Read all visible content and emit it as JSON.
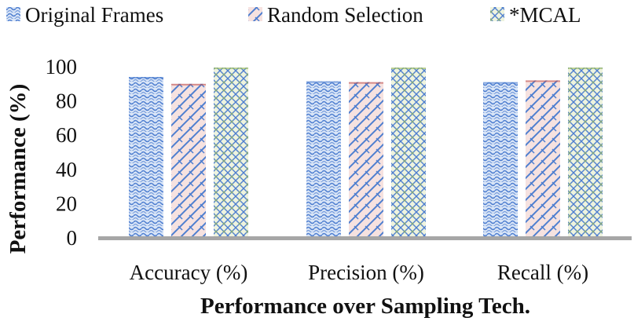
{
  "chart_data": {
    "type": "bar",
    "title": "",
    "xlabel": "Performance over Sampling Tech.",
    "ylabel": "Performance (%)",
    "ylim": [
      0,
      100
    ],
    "yticks": [
      0,
      20,
      40,
      60,
      80,
      100
    ],
    "grid": false,
    "legend_position": "top",
    "categories": [
      "Accuracy (%)",
      "Precision (%)",
      "Recall (%)"
    ],
    "series": [
      {
        "name": "Original Frames",
        "values": [
          94,
          91.5,
          91
        ],
        "color": "#4F7FD0",
        "fill": "#D5E3F6"
      },
      {
        "name": "Random Selection",
        "values": [
          90,
          91,
          92
        ],
        "color": "#C0504D",
        "fill": "#F4DCDA"
      },
      {
        "name": "*MCAL",
        "values": [
          99.5,
          99.5,
          99.5
        ],
        "color": "#9BBB59",
        "fill": "#E8F0D5"
      }
    ]
  }
}
